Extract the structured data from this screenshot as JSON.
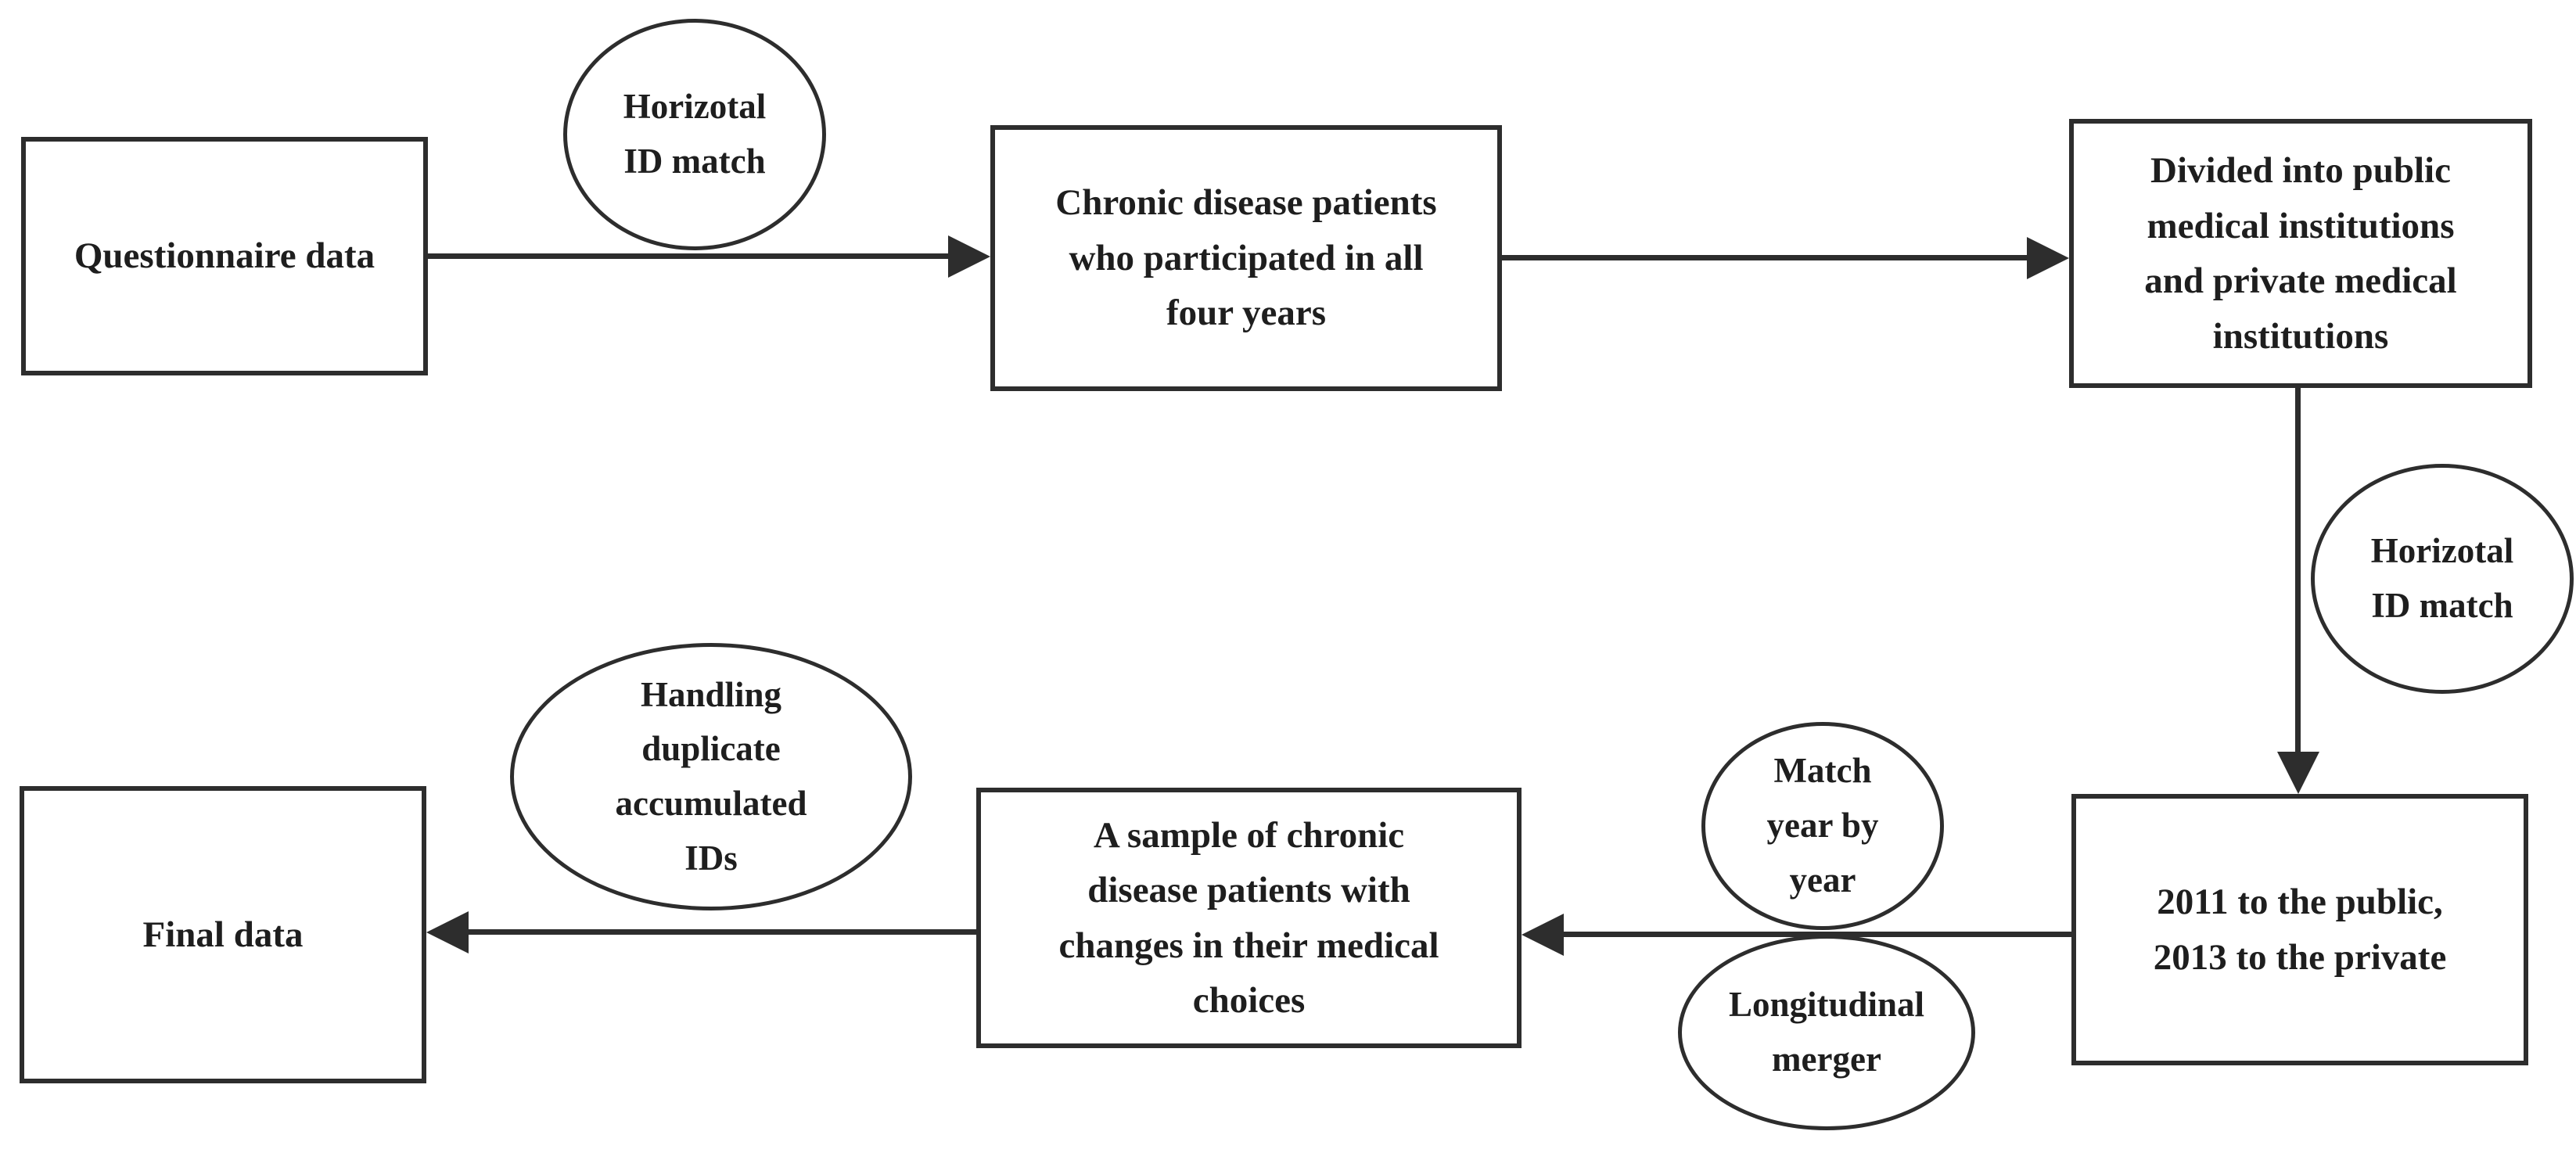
{
  "nodes": {
    "questionnaire": {
      "label": "Questionnaire data"
    },
    "chronic_patients": {
      "label": "Chronic disease patients who participated in all four years"
    },
    "divided_institutions": {
      "label": "Divided into public medical institutions and private medical institutions"
    },
    "public_private_years": {
      "label": "2011 to the public, 2013 to the private"
    },
    "sample_changes": {
      "label": "A sample of chronic disease patients with changes in their medical choices"
    },
    "final_data": {
      "label": "Final data"
    }
  },
  "process_labels": {
    "horizontal_id_match_top": {
      "label": "Horizotal ID match"
    },
    "horizontal_id_match_right": {
      "label": "Horizotal ID match"
    },
    "match_year_by_year": {
      "label": "Match year by year"
    },
    "longitudinal_merger": {
      "label": "Longitudinal merger"
    },
    "handling_duplicate_ids": {
      "label": "Handling duplicate accumulated IDs"
    }
  },
  "flow": [
    {
      "from": "questionnaire",
      "to": "chronic_patients",
      "via": [
        "horizontal_id_match_top"
      ],
      "direction": "right"
    },
    {
      "from": "chronic_patients",
      "to": "divided_institutions",
      "via": [],
      "direction": "right"
    },
    {
      "from": "divided_institutions",
      "to": "public_private_years",
      "via": [
        "horizontal_id_match_right"
      ],
      "direction": "down"
    },
    {
      "from": "public_private_years",
      "to": "sample_changes",
      "via": [
        "match_year_by_year",
        "longitudinal_merger"
      ],
      "direction": "left"
    },
    {
      "from": "sample_changes",
      "to": "final_data",
      "via": [
        "handling_duplicate_ids"
      ],
      "direction": "left"
    }
  ],
  "colors": {
    "stroke": "#2d2d2d",
    "text": "#1e1e1e",
    "background": "#ffffff"
  }
}
